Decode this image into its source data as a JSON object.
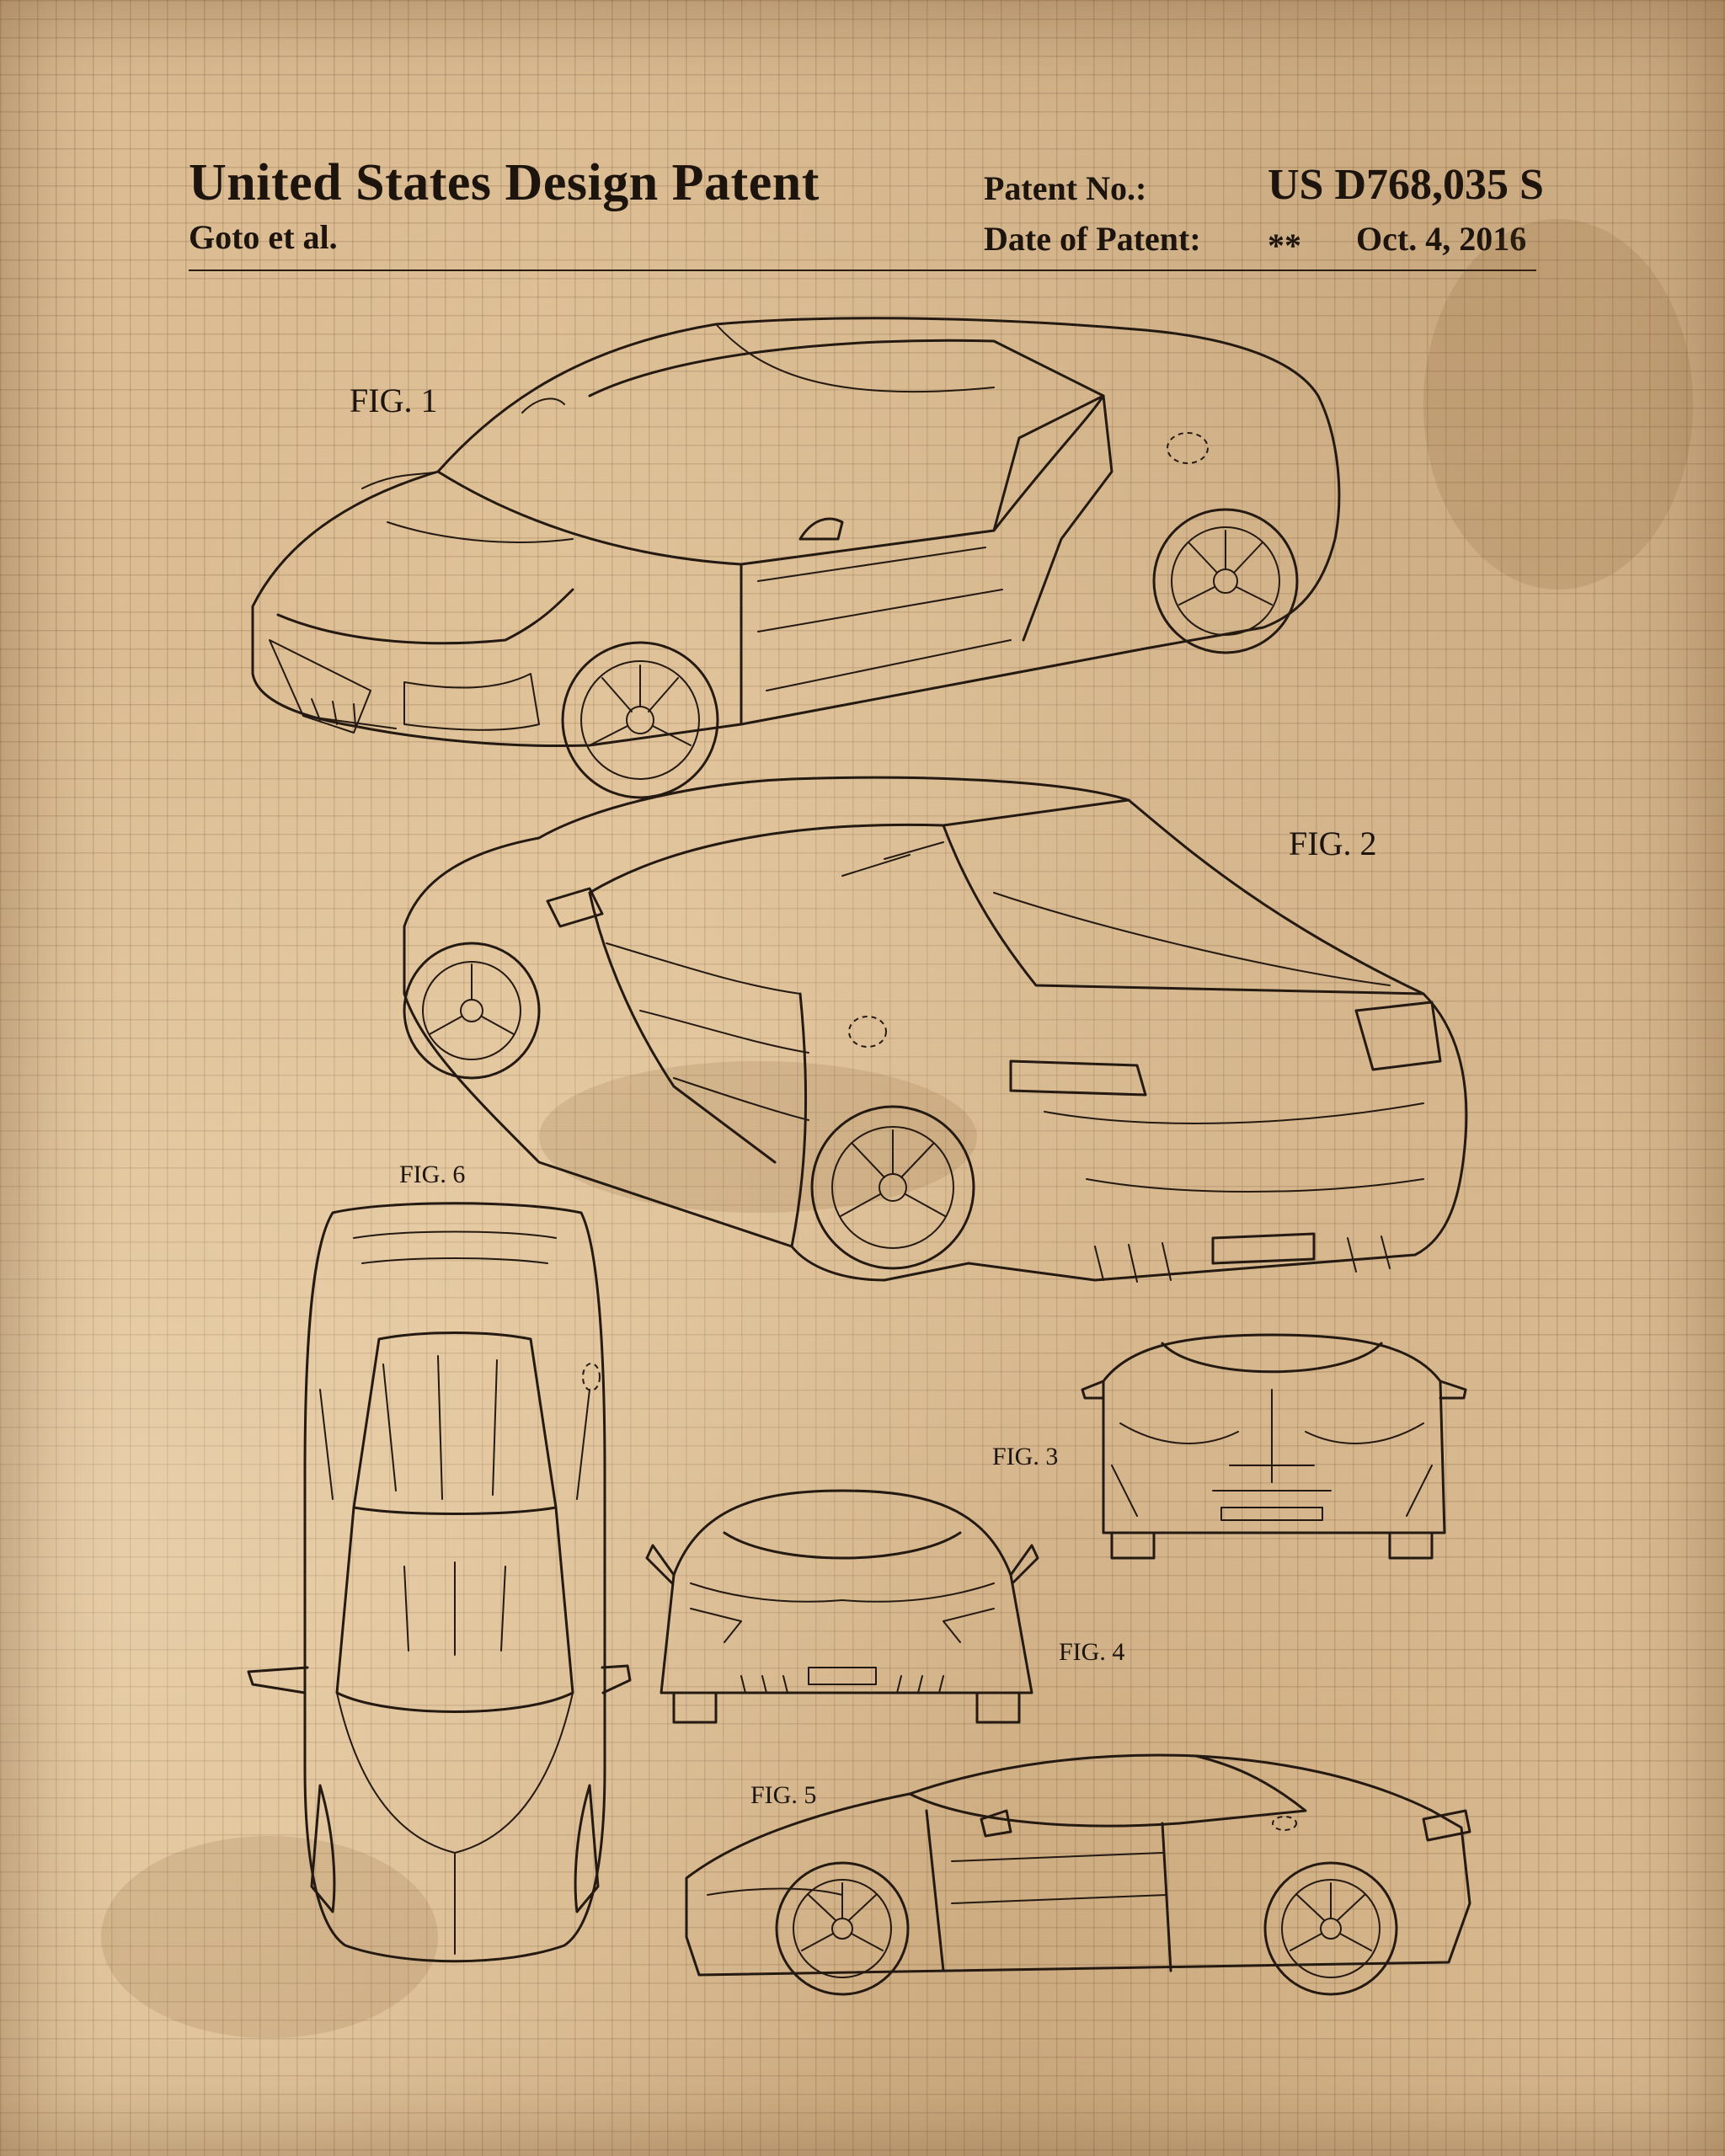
{
  "header": {
    "title": "United States Design Patent",
    "inventor": "Goto et al.",
    "patent_no_label": "Patent No.:",
    "patent_no": "US D768,035 S",
    "date_label": "Date of Patent:",
    "date_marker": "**",
    "date": "Oct. 4, 2016"
  },
  "figures": {
    "fig1": "FIG. 1",
    "fig2": "FIG. 2",
    "fig3": "FIG. 3",
    "fig4": "FIG. 4",
    "fig5": "FIG. 5",
    "fig6": "FIG. 6"
  },
  "colors": {
    "paper": "#dcbd93",
    "ink": "#241a12"
  }
}
